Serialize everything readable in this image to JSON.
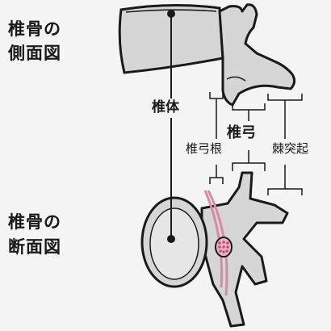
{
  "labels": {
    "lateral_line1": "椎骨の",
    "lateral_line2": "側面図",
    "section_line1": "椎骨の",
    "section_line2": "断面図",
    "vertebral_body": "椎体",
    "vertebral_arch": "椎弓",
    "pedicle": "椎弓根",
    "spinous_process": "棘突起"
  },
  "colors": {
    "background": "#f4f4f4",
    "bone_fill": "#d6d6d6",
    "outline": "#1a1a1a",
    "spinal_cord": "#e7b6c6",
    "spinal_cord_dots": "#cc4f7a",
    "canal_ring": "#d98aa3"
  }
}
